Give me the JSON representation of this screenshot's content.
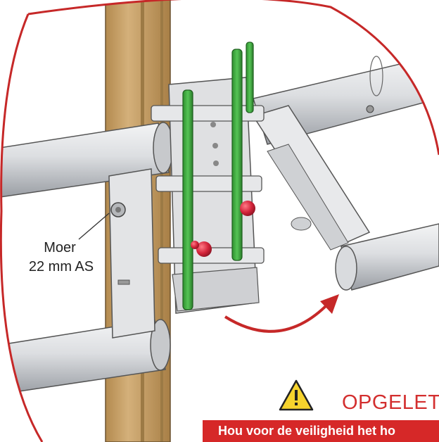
{
  "callout": {
    "line1": "Moer",
    "line2": "22 mm AS"
  },
  "warning": {
    "title": "OPGELET",
    "text": "Hou voor de veiligheid het ho",
    "icon": "warning-triangle-icon",
    "color": "#d62828"
  },
  "colors": {
    "frame": "#c62828",
    "post": "#c9a46a",
    "tube": "#d2d4d7",
    "clamp_bar": "#3aa63a",
    "knob": "#d3243a"
  }
}
